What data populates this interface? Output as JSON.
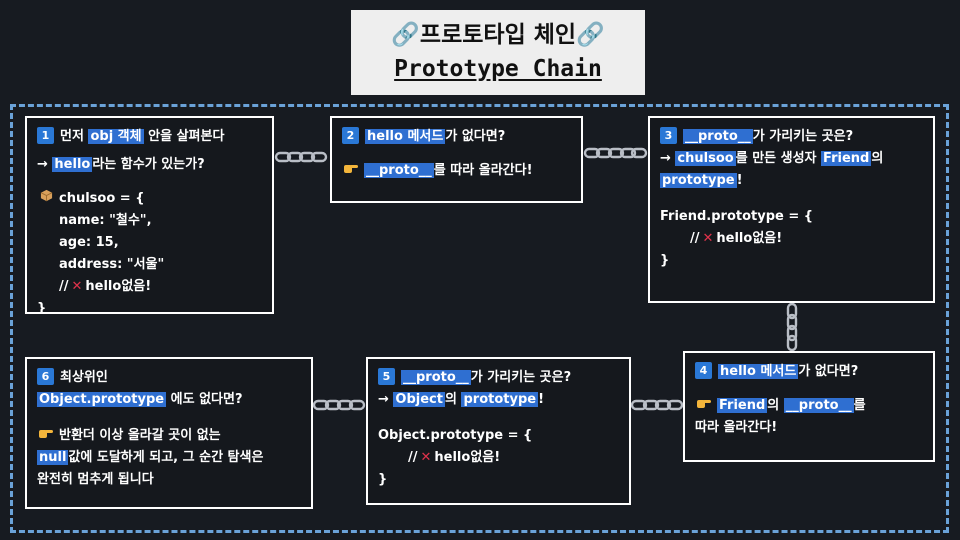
{
  "header": {
    "title_ko": "🔗프로토타입 체인🔗",
    "title_en": "Prototype Chain"
  },
  "steps": {
    "s1": {
      "num": "1",
      "l1_a": "먼저 ",
      "l1_hl": "obj 객체",
      "l1_b": " 안을 살펴본다",
      "l2_a": "→ ",
      "l2_hl": "hello",
      "l2_b": "라는 함수가 있는가?",
      "code_l1": "chulsoo = {",
      "code_l2": "name: \"철수\",",
      "code_l3": "age: 15,",
      "code_l4": "address: \"서울\"",
      "code_l5a": "//",
      "code_l5b": "hello없음!",
      "code_l6": "}"
    },
    "s2": {
      "num": "2",
      "l1_hl": "hello 메서드",
      "l1_b": "가 없다면?",
      "l2_hl": "__proto__",
      "l2_b": "를 따라 올라간다!"
    },
    "s3": {
      "num": "3",
      "l1_hl": "__proto__",
      "l1_b": "가 가리키는 곳은?",
      "l2_a": "→ ",
      "l2_hl": "chulsoo",
      "l2_b": "를 만든 생성자 ",
      "l2_hl2": "Friend",
      "l2_c": "의",
      "l3_hl": "prototype",
      "l3_b": "!",
      "code_l1": "Friend.prototype = {",
      "code_l2a": "//",
      "code_l2b": "hello없음!",
      "code_l3": "}"
    },
    "s4": {
      "num": "4",
      "l1_hl": "hello 메서드",
      "l1_b": "가 없다면?",
      "l2_hl": "Friend",
      "l2_b": "의 ",
      "l2_hl2": "__proto__",
      "l2_c": "를",
      "l3": "따라 올라간다!"
    },
    "s5": {
      "num": "5",
      "l1_hl": "__proto__",
      "l1_b": "가 가리키는 곳은?",
      "l2_a": "→ ",
      "l2_hl": "Object",
      "l2_b": "의 ",
      "l2_hl2": "prototype",
      "l2_c": "!",
      "code_l1": "Object.prototype = {",
      "code_l2a": "//",
      "code_l2b": "hello없음!",
      "code_l3": "}"
    },
    "s6": {
      "num": "6",
      "l1": "최상위인",
      "l2_hl": "Object.prototype",
      "l2_b": " 에도 없다면?",
      "l3": "반환더 이상 올라갈 곳이 없는",
      "l4_hl": "null",
      "l4_b": "값에 도달하게 되고, 그 순간 탐색은",
      "l5": "완전히 멈추게 됩니다"
    }
  },
  "colors": {
    "background": "#171b21",
    "highlight": "#2f6fd1",
    "dashed_frame": "#6aa2d8",
    "x_mark": "#e0324b"
  },
  "icons": [
    "link-icon",
    "pointing-hand-icon",
    "package-icon",
    "cross-mark-icon",
    "chain-link-icon"
  ]
}
